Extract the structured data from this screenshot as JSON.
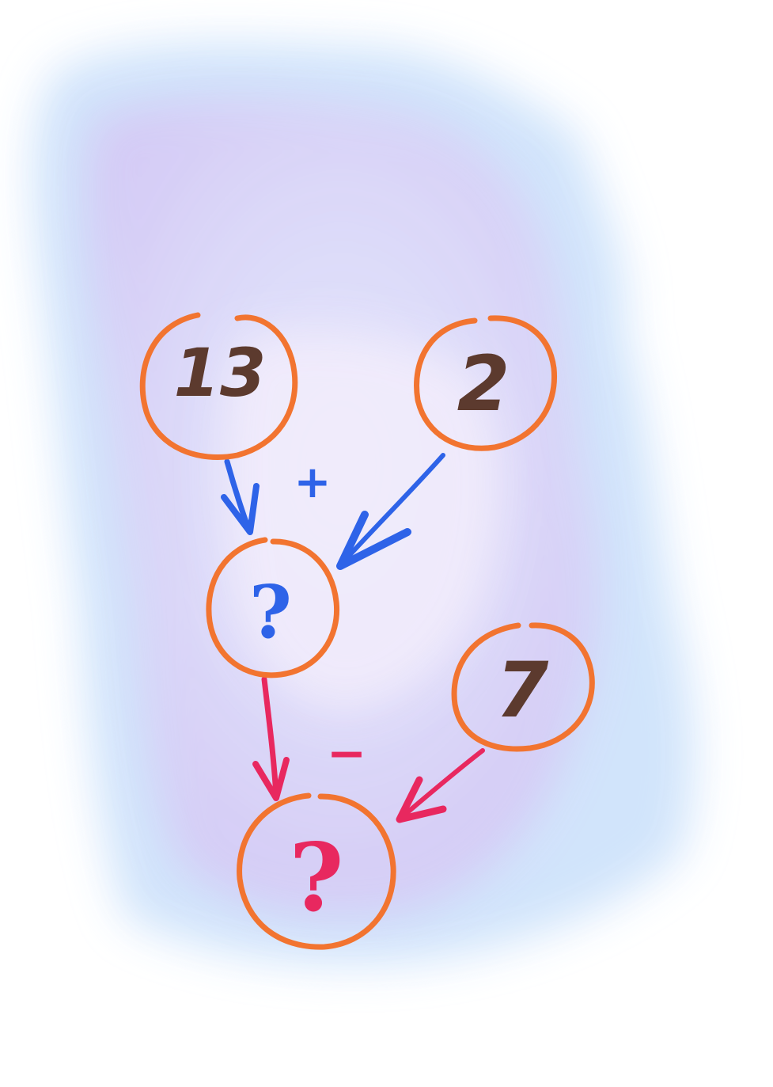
{
  "nodes": {
    "a": {
      "label": "13"
    },
    "b": {
      "label": "2"
    },
    "c": {
      "label": "7"
    },
    "sum": {
      "label": "?"
    },
    "result": {
      "label": "?"
    }
  },
  "operators": {
    "plus": "+",
    "minus": "−"
  },
  "colors": {
    "circle": "#f27430",
    "number": "#5c3a2e",
    "plus_arrows": "#2e63e8",
    "minus_arrows": "#e8285f",
    "wash_blue": "#cfe3fb",
    "wash_purple": "#dcc9f5"
  }
}
